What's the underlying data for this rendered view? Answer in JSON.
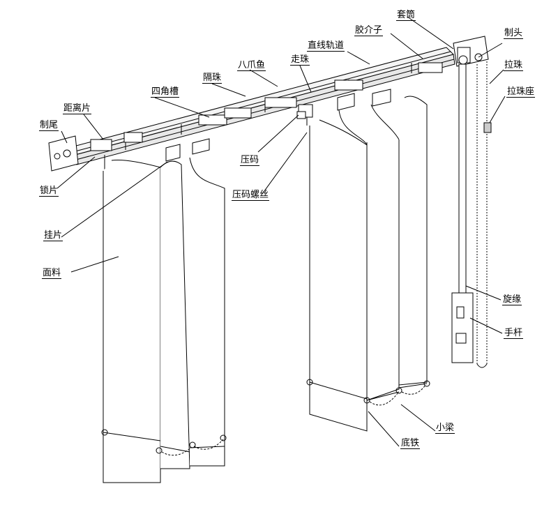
{
  "diagram": {
    "labels": {
      "zhiwei": "制尾",
      "julipian": "距离片",
      "sijiaocao": "四角槽",
      "gezhu": "隔珠",
      "bazhuayu": "八爪鱼",
      "zouzhu": "走珠",
      "zhixian_guidao": "直线轨道",
      "jiaojiezi": "胶介子",
      "taotong": "套筒",
      "zhitou": "制头",
      "lazhu": "拉珠",
      "lazhu_zuo": "拉珠座",
      "suopian": "锁片",
      "yama": "压码",
      "yama_luosi": "压码螺丝",
      "guapian": "挂片",
      "mianliao": "面料",
      "xuanyuan": "旋缘",
      "shougan": "手杆",
      "xiaoliang": "小梁",
      "ditie": "底铁"
    }
  }
}
